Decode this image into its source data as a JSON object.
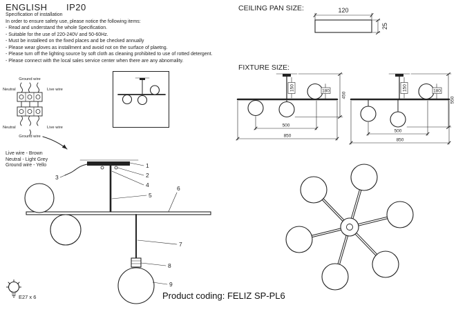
{
  "header": {
    "language": "ENGLISH",
    "ip": "IP20"
  },
  "spec": {
    "title": "Specification of installation",
    "intro": "In order to ensure safety use, please notice the following items:",
    "items": [
      "- Read and understand the whole Specification.",
      "- Suitable for the use of 220-240V and 50-60Hz.",
      "- Must be installeed on the fixed places and be checked annually",
      "- Please wear gloves as installment and avoid not on the surface of plaetng.",
      "- Please turn off the lighting source by soft cloth as cleaning prohibited to use of rotted detergent.",
      "- Please connect with the local sales service center when there are any abnomality."
    ]
  },
  "wiring": {
    "ground_top": "Ground wire",
    "neutral_top": "Neutral",
    "live_top": "Live wire",
    "neutral_bottom": "Neutral",
    "live_bottom": "Live wire",
    "ground_bottom": "Ground wire",
    "legend": {
      "live": "Live wire - Brown",
      "neutral": "Neutral - Light Grey",
      "ground": "Ground wire - Yello"
    }
  },
  "ceiling_pan": {
    "title": "CEILING PAN SIZE:",
    "width": "120",
    "depth": "25"
  },
  "fixture": {
    "title": "FIXTURE SIZE:",
    "left": {
      "stem": "150",
      "ball": "180",
      "height": "450",
      "inner": "500",
      "width": "850"
    },
    "right": {
      "stem": "150",
      "ball": "180",
      "height": "550",
      "inner": "500",
      "width": "850"
    }
  },
  "parts": {
    "n1": "1",
    "n2": "2",
    "n3": "3",
    "n4": "4",
    "n5": "5",
    "n6": "6",
    "n7": "7",
    "n8": "8",
    "n9": "9"
  },
  "bulb": {
    "label": "E27 x 6"
  },
  "footer": {
    "product": "Product coding: FELIZ SP-PL6"
  }
}
